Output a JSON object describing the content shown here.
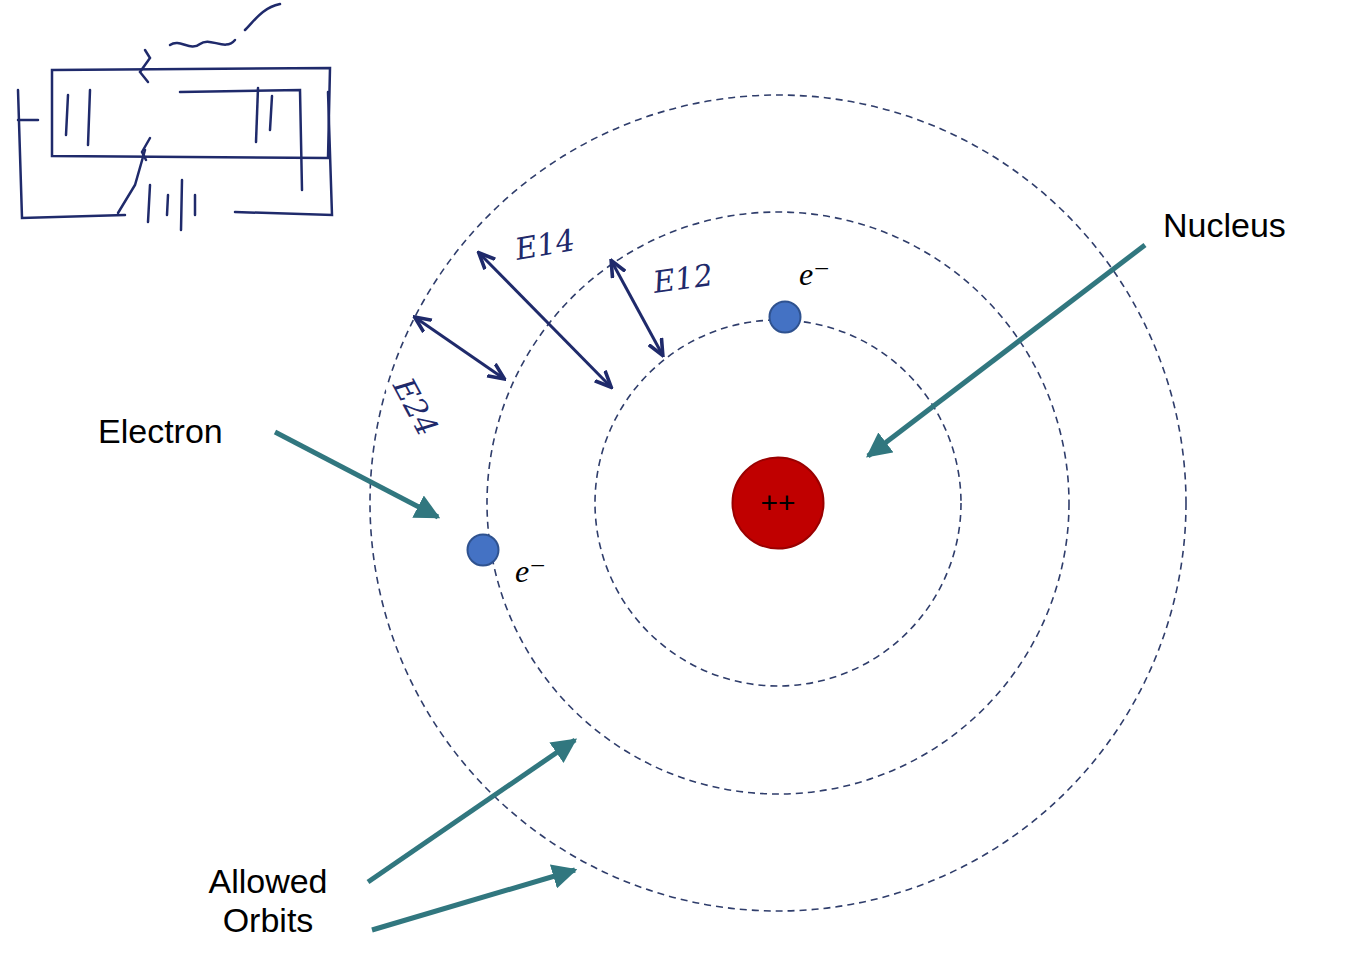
{
  "diagram": {
    "nodes": [
      {
        "text": [
          "++"
        ]
      },
      {
        "text": [
          "e⁻"
        ]
      },
      {
        "text": [
          "e⁻"
        ]
      }
    ],
    "labels": [
      "Nucleus",
      "Electron",
      "Allowed Orbits",
      "E14",
      "E12",
      "E24"
    ]
  }
}
